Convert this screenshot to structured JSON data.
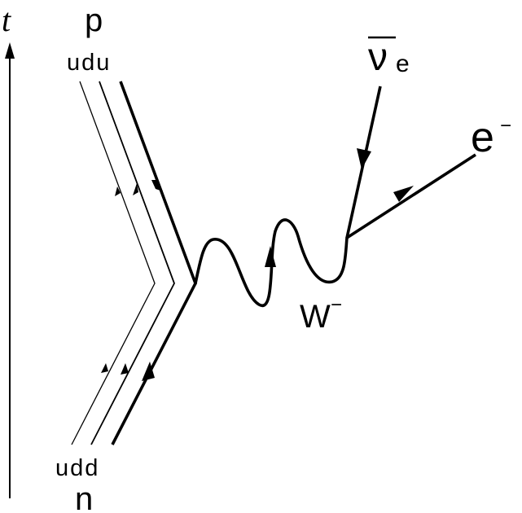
{
  "diagram": {
    "time_axis_label": "t",
    "initial_particle": "n",
    "initial_quarks": "udd",
    "final_particle": "p",
    "final_quarks": "udu",
    "boson": {
      "symbol": "W",
      "charge": "−"
    },
    "lepton": {
      "symbol": "e",
      "charge": "−"
    },
    "antineutrino": {
      "symbol": "ν",
      "subscript": "e"
    }
  }
}
